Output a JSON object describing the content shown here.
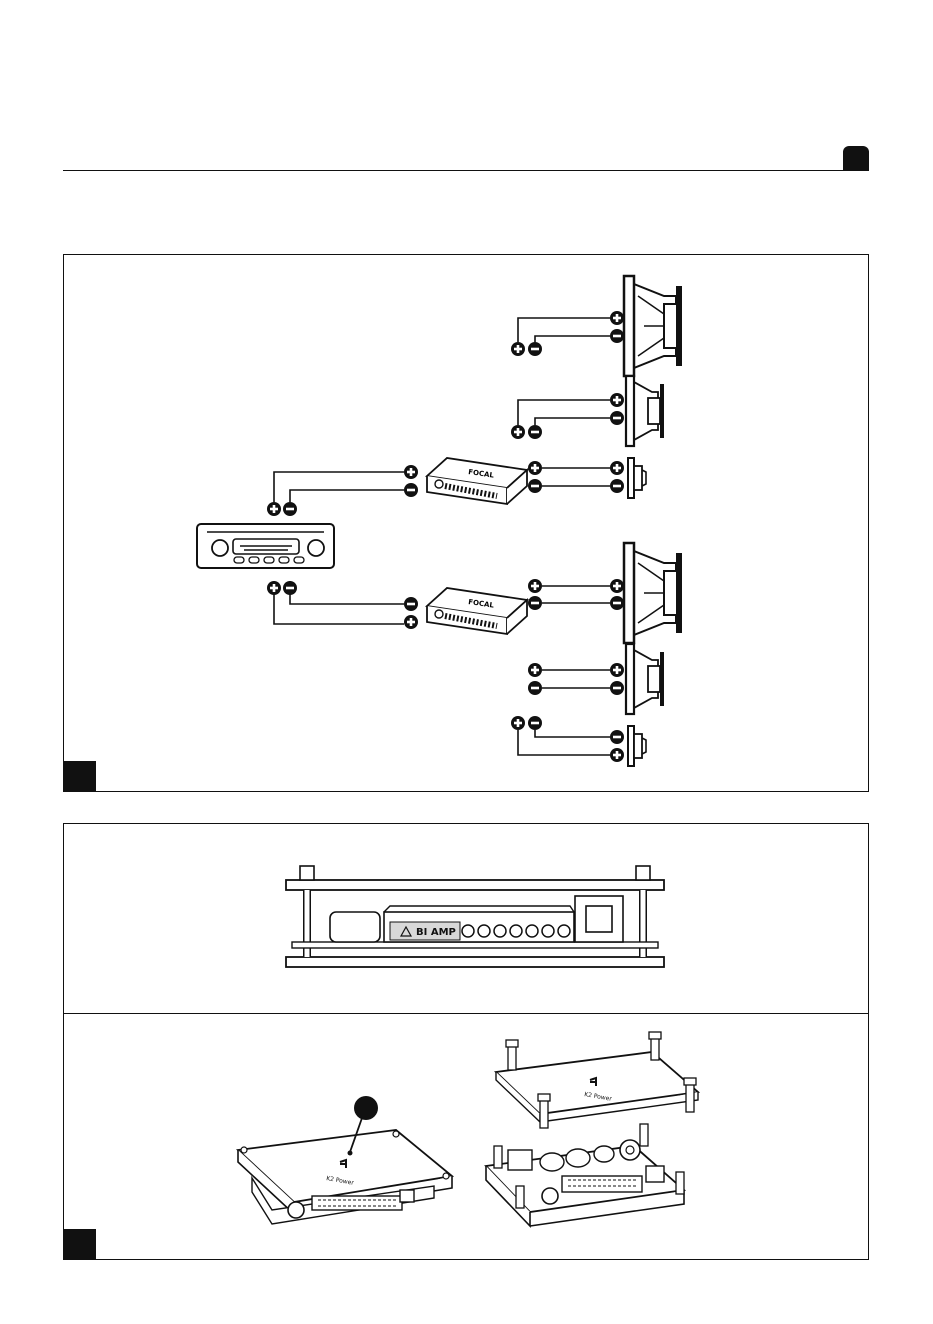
{
  "diagram": {
    "bi_amp_label": "BI AMP",
    "brand_text": "FOCAL",
    "board_text": "K2 Power",
    "colors": {
      "ink": "#111111",
      "label_fill": "#d8d8d8"
    }
  }
}
